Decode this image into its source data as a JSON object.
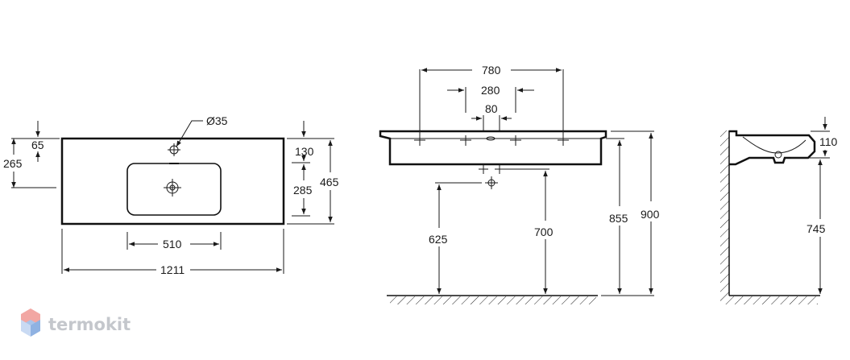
{
  "top_view": {
    "tap_hole": "Ø35",
    "left_65": "65",
    "left_265": "265",
    "right_130": "130",
    "right_285": "285",
    "right_465": "465",
    "bowl_510": "510",
    "total_1211": "1211"
  },
  "front_view": {
    "w_780": "780",
    "w_280": "280",
    "w_80": "80",
    "h_625": "625",
    "h_700": "700",
    "h_855": "855",
    "h_900": "900"
  },
  "side_view": {
    "h_110": "110",
    "h_745": "745"
  },
  "watermark": {
    "text": "termokit",
    "color": "#c4c7cc",
    "logo_colors": [
      "#f2a7a3",
      "#a9c4ea"
    ]
  }
}
